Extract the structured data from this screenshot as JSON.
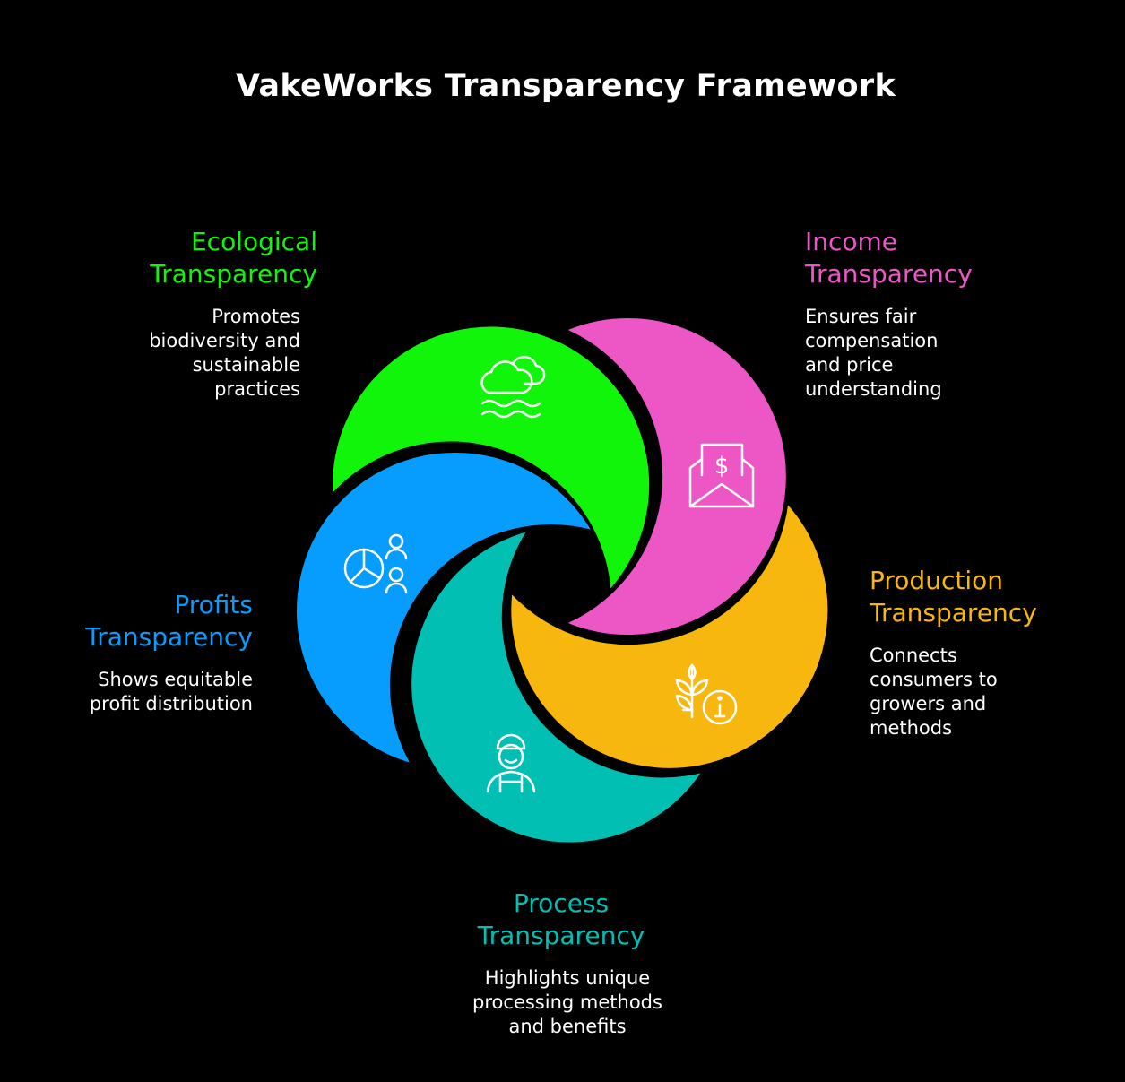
{
  "title": "VakeWorks Transparency Framework",
  "colors": {
    "ecological": "#11f50a",
    "income": "#ec57c5",
    "production": "#f8b70f",
    "process": "#02bfb4",
    "profits": "#079dff",
    "background": "#000000"
  },
  "segments": {
    "ecological": {
      "heading": "Ecological Transparency",
      "description": "Promotes biodiversity and sustainable practices",
      "icon": "cloud-waves-icon"
    },
    "income": {
      "heading": "Income Transparency",
      "description": "Ensures fair compensation and price understanding",
      "icon": "money-envelope-icon"
    },
    "production": {
      "heading": "Production Transparency",
      "description": "Connects consumers to growers and methods",
      "icon": "wheat-info-icon"
    },
    "process": {
      "heading": "Process Transparency",
      "description": "Highlights unique processing methods and benefits",
      "icon": "farmer-icon"
    },
    "profits": {
      "heading": "Profits Transparency",
      "description": "Shows equitable profit distribution",
      "icon": "pie-chart-people-icon"
    }
  }
}
